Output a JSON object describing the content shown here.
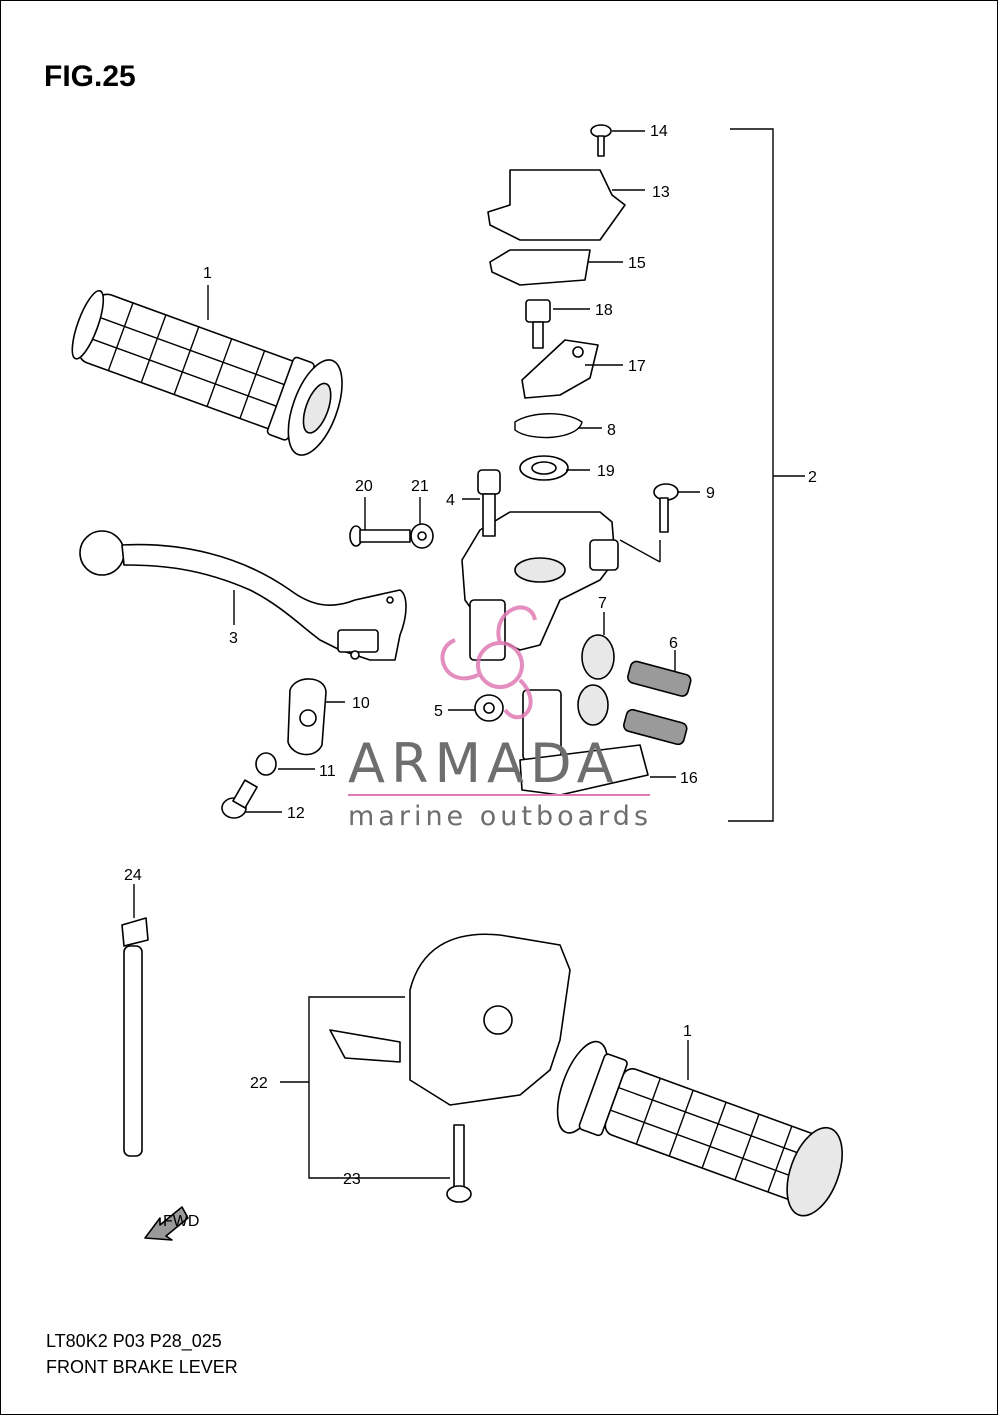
{
  "figure": {
    "title": "FIG.25",
    "model_code": "LT80K2 P03 P28_025",
    "name": "FRONT BRAKE LEVER"
  },
  "parts": {
    "grip_top": "1",
    "grip_bottom": "1",
    "master_cylinder_assy": "2",
    "lever": "3",
    "bolt": "4",
    "nut": "5",
    "adjuster_6": "6",
    "washer_7": "7",
    "diaphragm": "8",
    "screw_9": "9",
    "clamp": "10",
    "collar": "11",
    "bolt_12": "12",
    "cap": "13",
    "screw_14": "14",
    "gasket": "15",
    "holder": "16",
    "stopper": "17",
    "bolt_18": "18",
    "ring": "19",
    "screw_20": "20",
    "nut_21": "21",
    "switch_assy": "22",
    "screw_23": "23",
    "band": "24"
  },
  "fwd_label": "FWD",
  "watermark": {
    "name": "ARMADA",
    "tagline": "marine outboards",
    "colors": {
      "text": "#6e6e6e",
      "logo": "#e07ab5"
    }
  }
}
